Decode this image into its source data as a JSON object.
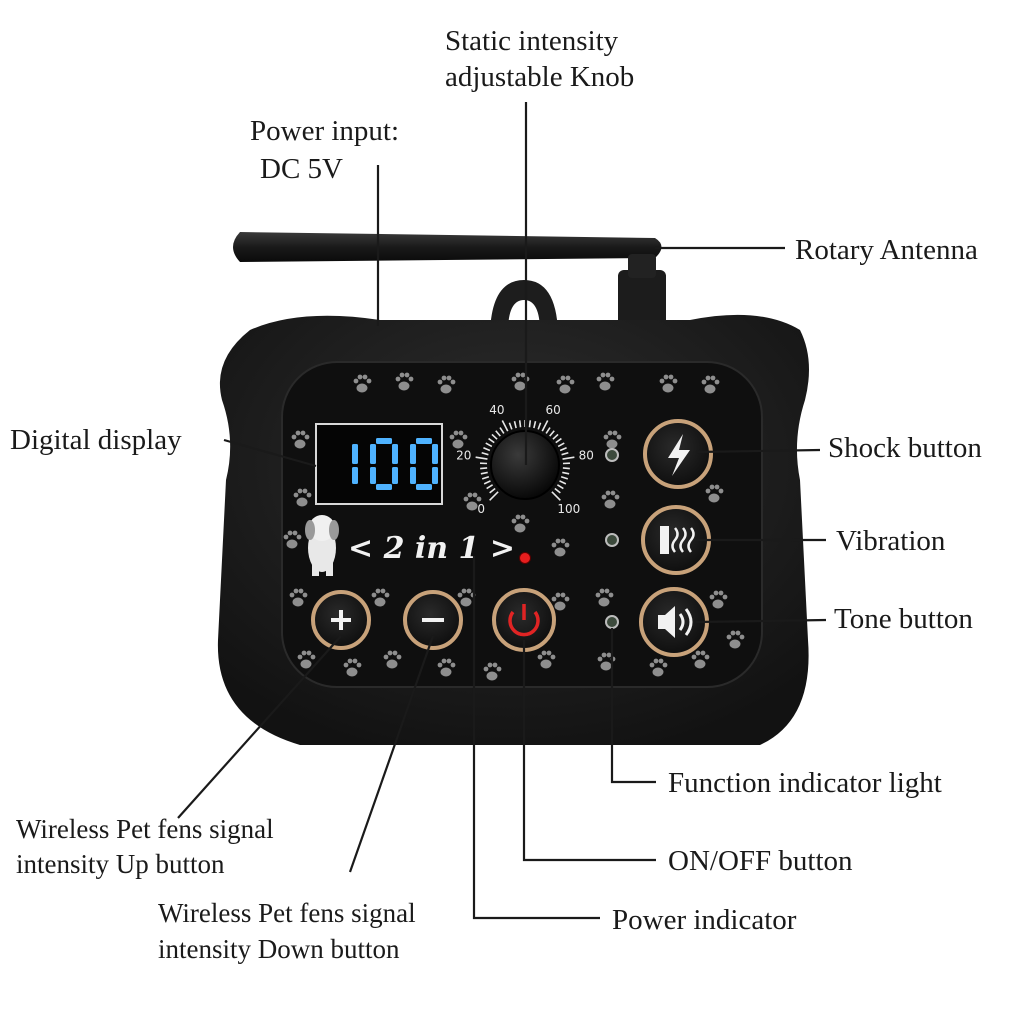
{
  "display": {
    "value": "100",
    "color": "#4fb3ff"
  },
  "knob": {
    "scale": [
      "0",
      "20",
      "40",
      "60",
      "80",
      "100"
    ]
  },
  "logo": {
    "text": "< 2 in 1 >"
  },
  "colors": {
    "body": "#1e1e1e",
    "face": "#111111",
    "button_ring": "#c8a27a",
    "power_icon": "#e02424",
    "power_led": "#e61e1e",
    "function_led": "#3c4a3c"
  },
  "icons": {
    "shock": "lightning-icon",
    "vibration": "vibration-icon",
    "tone": "speaker-icon",
    "up": "plus-icon",
    "down": "minus-icon",
    "power": "power-icon"
  },
  "labels": {
    "knob_line1": "Static intensity",
    "knob_line2": "adjustable Knob",
    "power_input_line1": "Power input:",
    "power_input_line2": "DC 5V",
    "antenna": "Rotary Antenna",
    "digital_display": "Digital display",
    "shock": "Shock button",
    "vibration": "Vibration",
    "tone": "Tone button",
    "function_light": "Function indicator light",
    "up_line1": "Wireless Pet fens signal",
    "up_line2": "intensity Up button",
    "onoff": "ON/OFF button",
    "down_line1": "Wireless Pet fens signal",
    "down_line2": "intensity Down button",
    "power_indicator": "Power indicator"
  }
}
